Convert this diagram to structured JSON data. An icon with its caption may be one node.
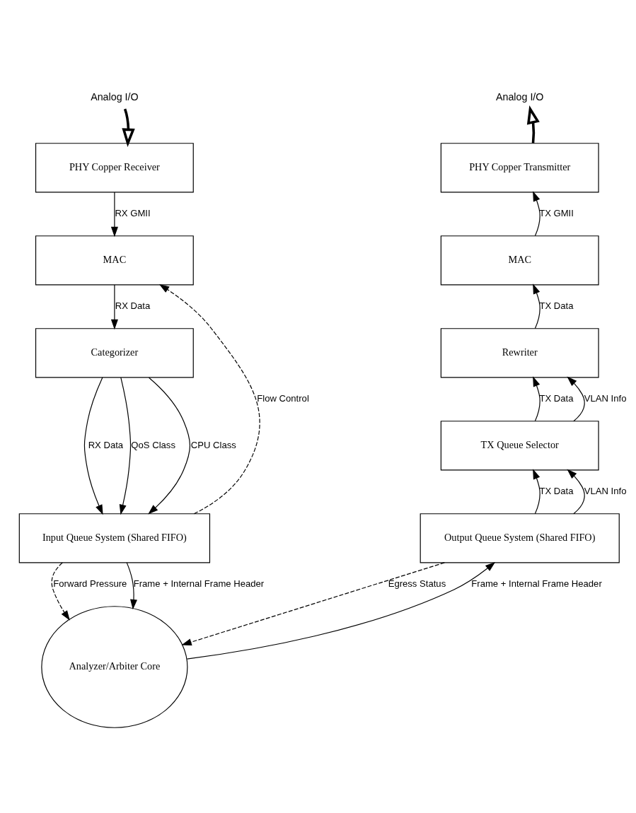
{
  "diagram": {
    "nodes": [
      {
        "text": [
          "Analog I/O"
        ]
      },
      {
        "text": [
          "PHY Copper Receiver"
        ]
      },
      {
        "text": [
          "MAC"
        ]
      },
      {
        "text": [
          "Categorizer"
        ]
      },
      {
        "text": [
          "Input Queue System (Shared FIFO)"
        ]
      },
      {
        "text": [
          "Analyzer/Arbiter Core"
        ]
      },
      {
        "text": [
          "Output Queue System (Shared FIFO)"
        ]
      },
      {
        "text": [
          "TX Queue Selector"
        ]
      },
      {
        "text": [
          "Rewriter"
        ]
      },
      {
        "text": [
          "MAC"
        ]
      },
      {
        "text": [
          "PHY Copper Transmitter"
        ]
      },
      {
        "text": [
          "Analog I/O"
        ]
      }
    ],
    "edges": [
      {
        "from": 0,
        "to": 1,
        "arrow": "to",
        "style": "thick"
      },
      {
        "from": 1,
        "to": 2,
        "arrow": "to",
        "label": "RX GMII"
      },
      {
        "from": 2,
        "to": 3,
        "arrow": "to",
        "label": "RX Data"
      },
      {
        "from": 3,
        "to": 4,
        "arrow": "to",
        "label": "RX Data"
      },
      {
        "from": 3,
        "to": 4,
        "arrow": "to",
        "label": "QoS Class"
      },
      {
        "from": 3,
        "to": 4,
        "arrow": "to",
        "label": "CPU Class"
      },
      {
        "from": 4,
        "to": 2,
        "arrow": "to",
        "label": "Flow Control",
        "style": "dashed"
      },
      {
        "from": 4,
        "to": 5,
        "arrow": "to",
        "label": "Forward Pressure",
        "style": "dashed"
      },
      {
        "from": 4,
        "to": 5,
        "arrow": "to",
        "label": "Frame + Internal Frame Header"
      },
      {
        "from": 6,
        "to": 5,
        "arrow": "to",
        "label": "Egress Status",
        "style": "dashed"
      },
      {
        "from": 5,
        "to": 6,
        "arrow": "to",
        "label": "Frame + Internal Frame Header"
      },
      {
        "from": 6,
        "to": 7,
        "arrow": "to",
        "label": "TX Data"
      },
      {
        "from": 6,
        "to": 7,
        "arrow": "to",
        "label": "VLAN Info"
      },
      {
        "from": 7,
        "to": 8,
        "arrow": "to",
        "label": "TX Data"
      },
      {
        "from": 7,
        "to": 8,
        "arrow": "to",
        "label": "VLAN Info"
      },
      {
        "from": 8,
        "to": 9,
        "arrow": "to",
        "label": "TX Data"
      },
      {
        "from": 9,
        "to": 10,
        "arrow": "to",
        "label": "TX GMII"
      },
      {
        "from": 10,
        "to": 11,
        "arrow": "to",
        "style": "thick"
      }
    ]
  }
}
